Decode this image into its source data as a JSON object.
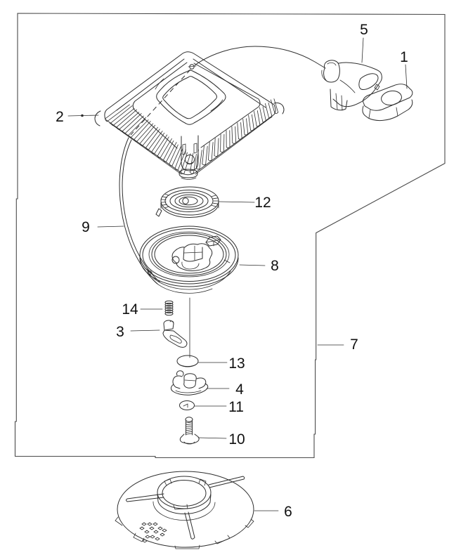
{
  "diagram": {
    "background_color": "#ffffff",
    "ink_color": "#2e2e2e",
    "callouts": [
      {
        "label": "5"
      },
      {
        "label": "1"
      },
      {
        "label": "2"
      },
      {
        "label": "12"
      },
      {
        "label": "9"
      },
      {
        "label": "8"
      },
      {
        "label": "14"
      },
      {
        "label": "3"
      },
      {
        "label": "13"
      },
      {
        "label": "7"
      },
      {
        "label": "4"
      },
      {
        "label": "11"
      },
      {
        "label": "10"
      },
      {
        "label": "6"
      }
    ]
  }
}
